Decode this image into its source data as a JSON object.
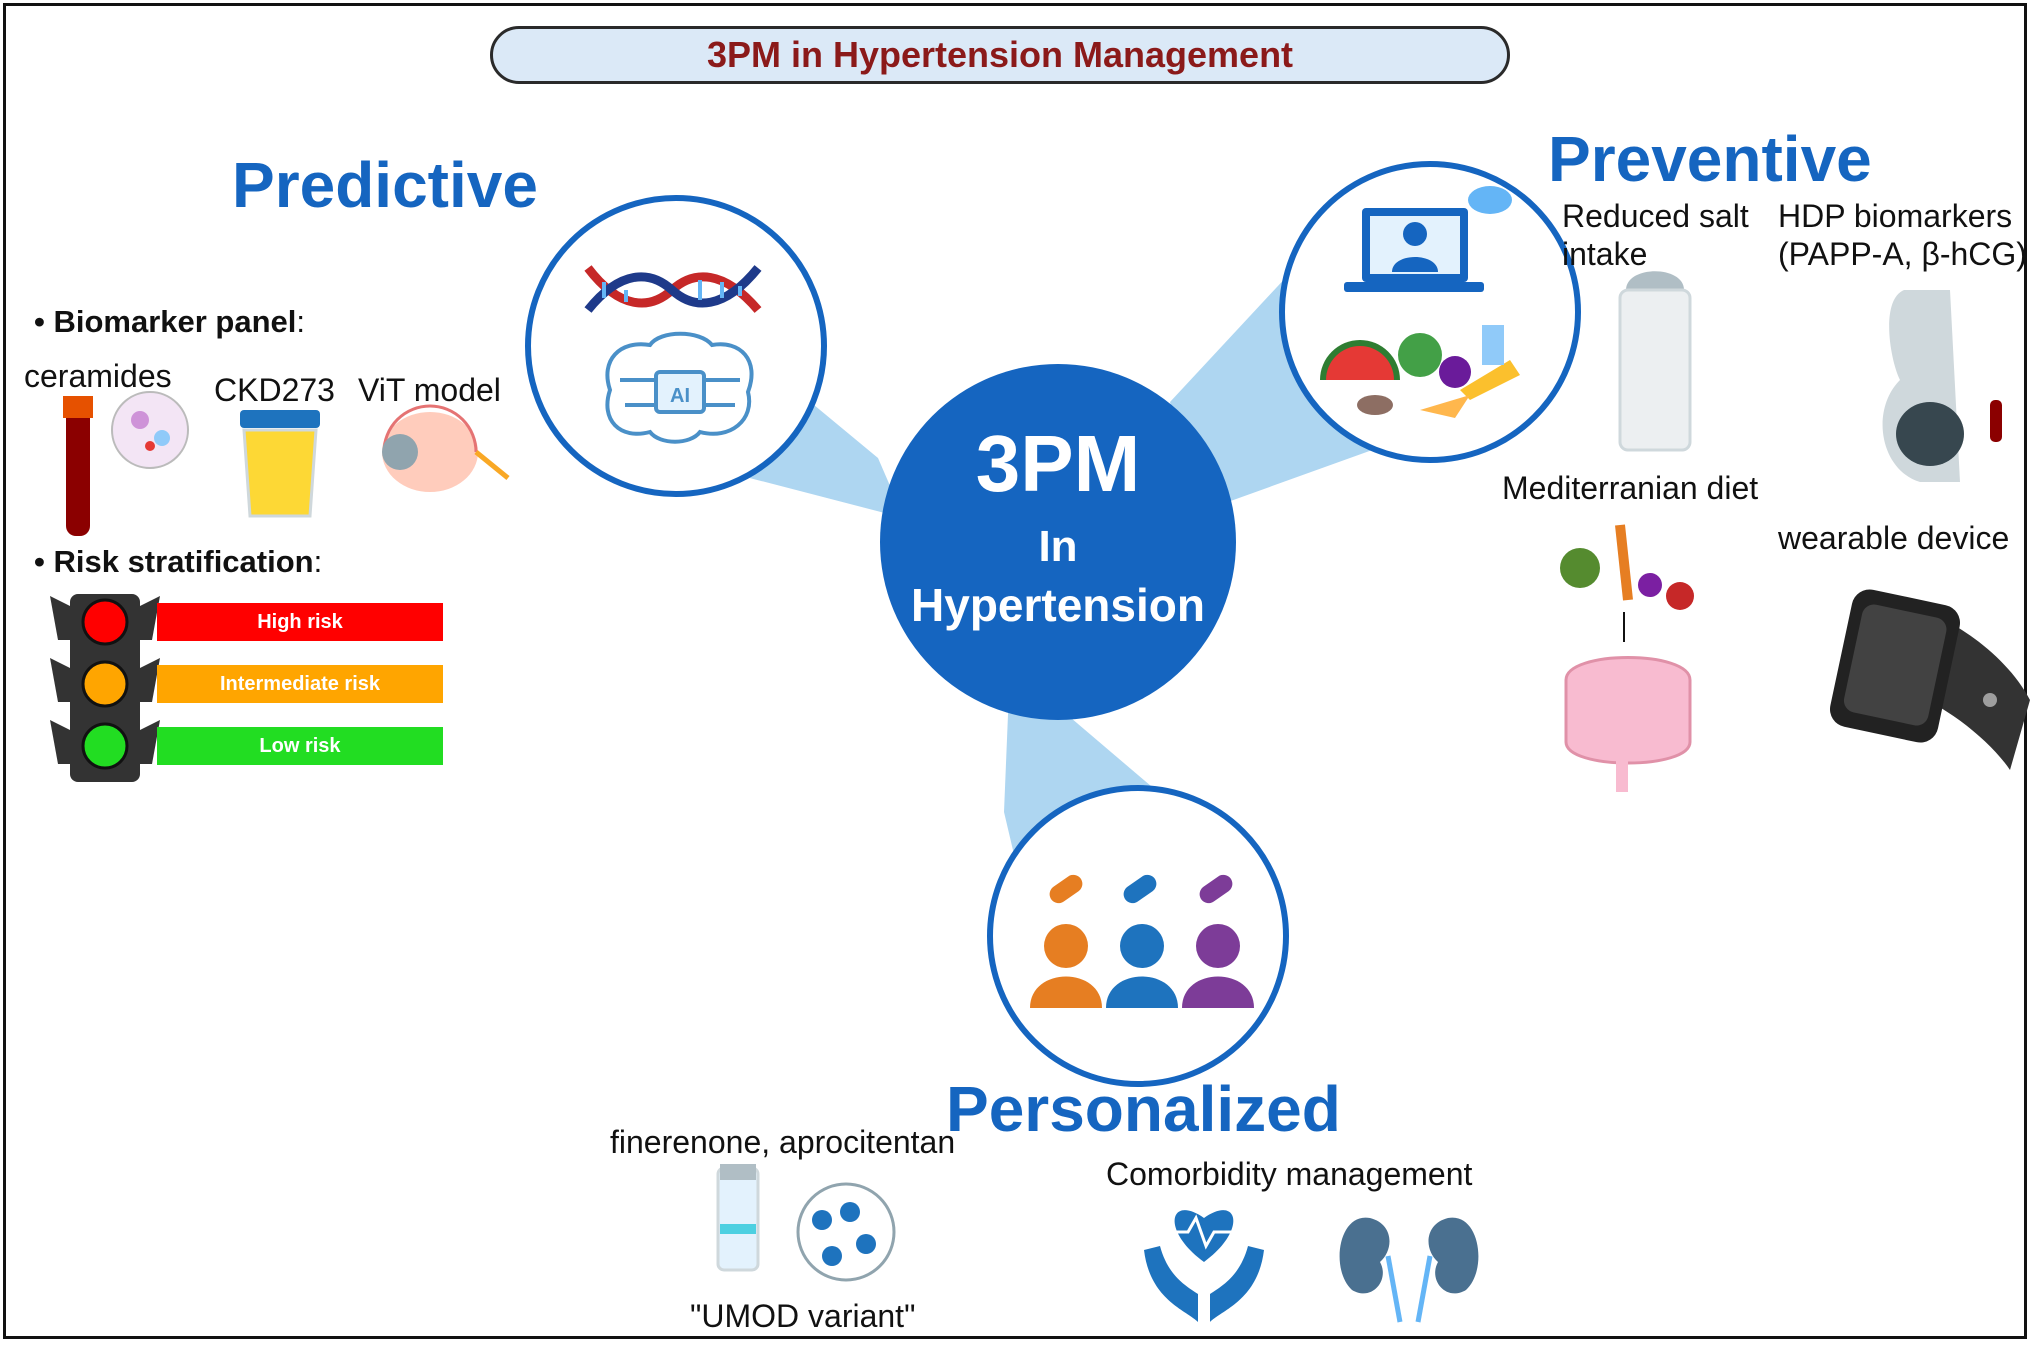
{
  "title": "3PM in Hypertension Management",
  "center": {
    "line1": "3PM",
    "line2": "In",
    "line3": "Hypertension"
  },
  "predictive": {
    "heading": "Predictive",
    "biomarker_title": "Biomarker panel",
    "biomarker_colon": ":",
    "biomarkers": [
      "ceramides",
      "CKD273",
      "ViT model"
    ],
    "risk_title": "Risk stratification",
    "risk_colon": ":",
    "risk_levels": [
      {
        "label": "High risk",
        "color": "#ff0000"
      },
      {
        "label": "Intermediate risk",
        "color": "#ffa500"
      },
      {
        "label": "Low risk",
        "color": "#22dd22"
      }
    ],
    "icons": [
      "dna-icon",
      "ai-brain-icon",
      "blood-tube-icon",
      "urine-cup-icon",
      "eye-icon",
      "traffic-light-icon"
    ]
  },
  "preventive": {
    "heading": "Preventive",
    "salt_line1": "Reduced salt",
    "salt_line2": "intake",
    "hdp_line1": "HDP biomarkers",
    "hdp_line2": "(PAPP-A, β-hCG)",
    "diet": "Mediterranian diet",
    "wearable": "wearable device",
    "icons": [
      "telemedicine-icon",
      "healthy-food-icon",
      "salt-shaker-icon",
      "pregnancy-icon",
      "diet-gut-icon",
      "smartwatch-icon"
    ]
  },
  "personalized": {
    "heading": "Personalized",
    "drugs": "finerenone, aprocitentan",
    "umod": "\"UMOD variant\"",
    "comorbidity": "Comorbidity management",
    "icons": [
      "patients-pills-icon",
      "vial-icon",
      "heart-hands-icon",
      "kidneys-icon"
    ]
  },
  "colors": {
    "heading_blue": "#1565c0",
    "center_blue": "#1565c0",
    "ray_blue": "#aed6f1",
    "title_red": "#8b1a1a",
    "title_bg": "#dbe9f7"
  }
}
